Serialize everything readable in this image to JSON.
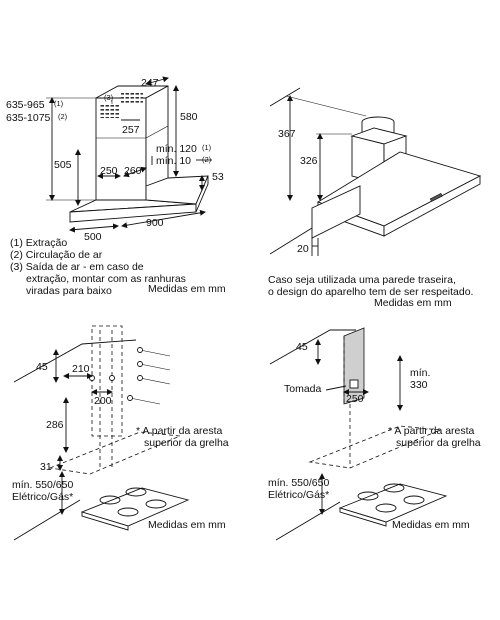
{
  "panel1": {
    "dims": {
      "d247": "247",
      "d580": "580",
      "d257": "257",
      "d635_965": "635-965",
      "sup1a": "(1)",
      "d635_1075": "635-1075",
      "sup2a": "(2)",
      "d505": "505",
      "min120": "mín. 120",
      "sup1b": "(1)",
      "min10": "mín. 10",
      "sup2b": "(2)",
      "d250": "250",
      "d260": "260",
      "d53": "53",
      "d900": "900",
      "d500": "500",
      "marker3": "(3)"
    },
    "legend": [
      "(1) Extração",
      "(2) Circulação de ar",
      "(3) Saída de ar - em caso de",
      "extração, montar com as ranhuras",
      "viradas para baixo"
    ],
    "units": "Medidas em mm"
  },
  "panel2": {
    "dims": {
      "d367": "367",
      "d326": "326",
      "d20": "20"
    },
    "note": [
      "Caso seja utilizada uma parede traseira,",
      "o design do aparelho tem de ser respeitado."
    ],
    "units": "Medidas em mm"
  },
  "panel3": {
    "dims": {
      "d45": "45",
      "d210": "210",
      "d200": "200",
      "d286": "286",
      "d31": "31"
    },
    "footnote": [
      "* A partir da aresta",
      "superior da grelha"
    ],
    "min": [
      "mín. 550/650",
      "Elétrico/Gás*"
    ],
    "units": "Medidas em mm"
  },
  "panel4": {
    "dims": {
      "d45": "45",
      "d250": "250",
      "min": "mín.",
      "d330": "330"
    },
    "socket": "Tomada",
    "footnote": [
      "* A partir da aresta",
      "superior da grelha"
    ],
    "min": [
      "mín. 550/650",
      "Elétrico/Gás*"
    ],
    "units": "Medidas em mm"
  }
}
